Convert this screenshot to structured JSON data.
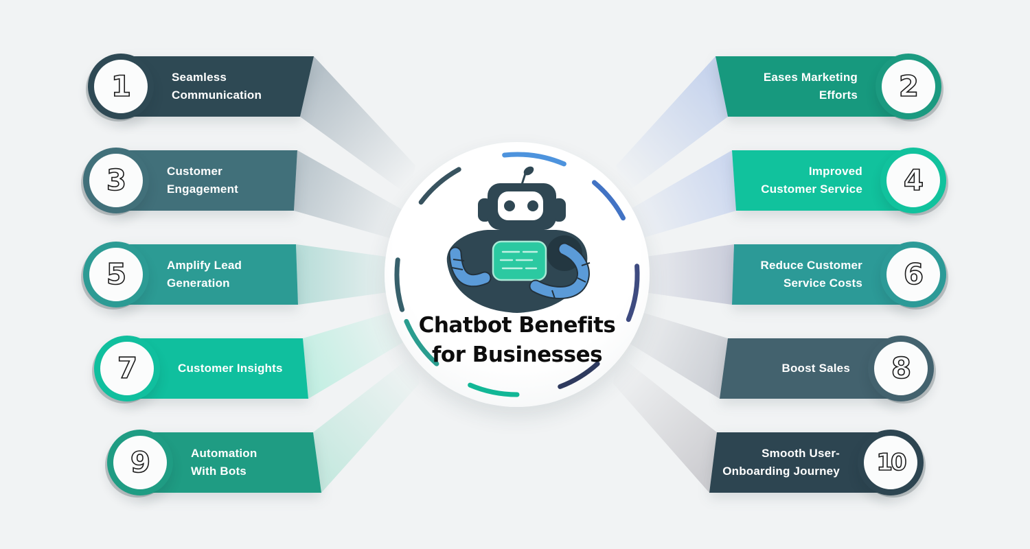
{
  "title": {
    "line1": "Chatbot Benefits",
    "line2": "for Businesses"
  },
  "background_color": "#f1f3f4",
  "center": {
    "circle_color": "#ffffff",
    "title_color": "#0d0d0d"
  },
  "items": [
    {
      "number": "1",
      "side": "left",
      "label_lines": [
        "Seamless",
        "Communication"
      ],
      "banner_color": "#2e4954",
      "ring_color": "#2e4954",
      "tail_color": "#b0bcc4"
    },
    {
      "number": "2",
      "side": "right",
      "label_lines": [
        "Eases Marketing",
        "Efforts"
      ],
      "banner_color": "#17997e",
      "ring_color": "#1b9a80",
      "tail_color": "#c3d1ec"
    },
    {
      "number": "3",
      "side": "left",
      "label_lines": [
        "Customer",
        "Engagement"
      ],
      "banner_color": "#41707a",
      "ring_color": "#41707a",
      "tail_color": "#b7c3ca"
    },
    {
      "number": "4",
      "side": "right",
      "label_lines": [
        "Improved",
        "Customer Service"
      ],
      "banner_color": "#11c29d",
      "ring_color": "#11c29d",
      "tail_color": "#cad6ef"
    },
    {
      "number": "5",
      "side": "left",
      "label_lines": [
        "Amplify Lead",
        "Generation"
      ],
      "banner_color": "#2c9b94",
      "ring_color": "#2c9b94",
      "tail_color": "#b2dbd6"
    },
    {
      "number": "6",
      "side": "right",
      "label_lines": [
        "Reduce Customer",
        "Service Costs"
      ],
      "banner_color": "#2c9a97",
      "ring_color": "#2c9a97",
      "tail_color": "#c6c9d8"
    },
    {
      "number": "7",
      "side": "left",
      "label_lines": [
        "Customer Insights"
      ],
      "banner_color": "#10bf9e",
      "ring_color": "#10bf9e",
      "tail_color": "#bfeee1"
    },
    {
      "number": "8",
      "side": "right",
      "label_lines": [
        "Boost Sales"
      ],
      "banner_color": "#43626e",
      "ring_color": "#43626e",
      "tail_color": "#c9ccd2"
    },
    {
      "number": "9",
      "side": "left",
      "label_lines": [
        "Automation",
        "With Bots"
      ],
      "banner_color": "#1f9c83",
      "ring_color": "#1f9c83",
      "tail_color": "#c3e8de"
    },
    {
      "number": "10",
      "side": "right",
      "label_lines": [
        "Smooth User-",
        "Onboarding Journey"
      ],
      "banner_color": "#2d4551",
      "ring_color": "#2d4551",
      "tail_color": "#cbcbcf"
    }
  ],
  "robot": {
    "body_color": "#2f4753",
    "arm_color": "#5b9bd8",
    "screen_color": "#2bc9a1",
    "face_color": "#ffffff",
    "shoulder_shade": "#233741"
  },
  "arcs": [
    {
      "start": -53,
      "end": -29,
      "color": "#38535f"
    },
    {
      "start": -6,
      "end": 23,
      "color": "#4d93dd"
    },
    {
      "start": 40,
      "end": 62,
      "color": "#4273c4"
    },
    {
      "start": 86,
      "end": 112,
      "color": "#3e4b80"
    },
    {
      "start": 138,
      "end": 159,
      "color": "#2e3a5e"
    },
    {
      "start": 180,
      "end": 203,
      "color": "#12b796"
    },
    {
      "start": 222,
      "end": 247,
      "color": "#2a9d8f"
    },
    {
      "start": 253,
      "end": 277,
      "color": "#37606b"
    }
  ]
}
